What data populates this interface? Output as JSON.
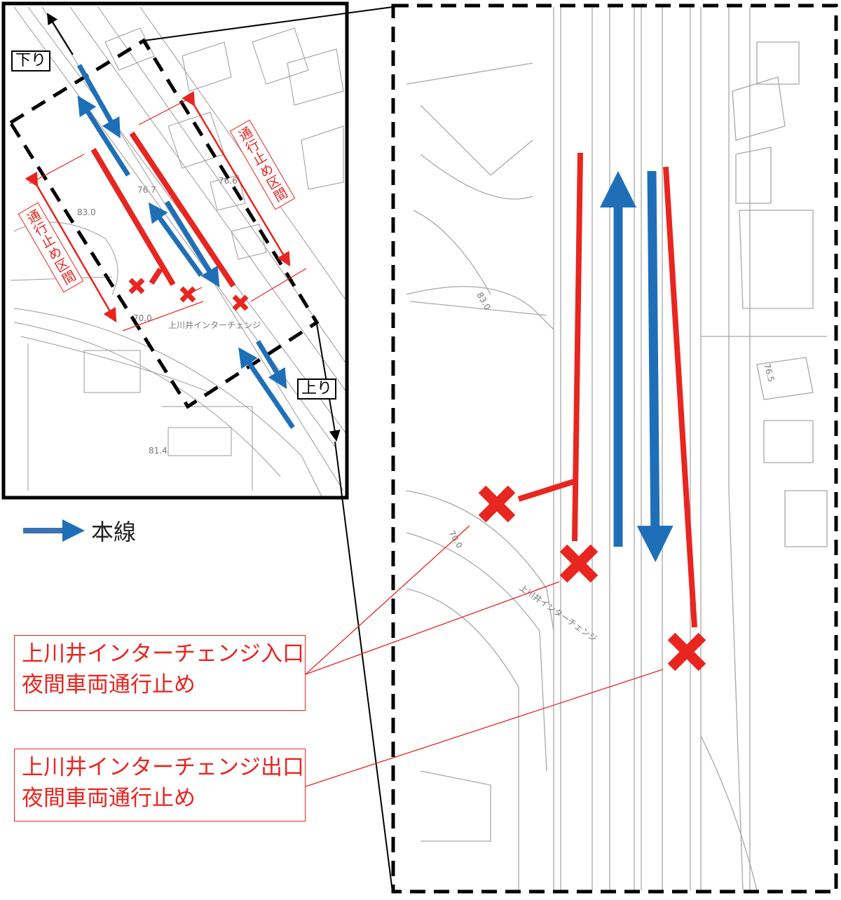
{
  "inset": {
    "direction_down": "下り",
    "direction_up": "上り",
    "closed_section_left": "通行止め区間",
    "closed_section_right": "通行止め区間",
    "map_labels": [
      "76.7",
      "76.6",
      "83.0",
      "70.0",
      "81.4",
      "上川井インターチェンジ"
    ]
  },
  "legend": {
    "label": "本線",
    "color": "#2e6db4"
  },
  "detail": {
    "map_labels": [
      "83.0",
      "70.0",
      "76.5",
      "上川井インターチェンジ"
    ]
  },
  "callouts": [
    {
      "line1": "上川井インターチェンジ入口",
      "line2": "夜間車両通行止め"
    },
    {
      "line1": "上川井インターチェンジ出口",
      "line2": "夜間車両通行止め"
    }
  ],
  "colors": {
    "closure": "#e8251f",
    "mainline": "#1f6fb8"
  }
}
